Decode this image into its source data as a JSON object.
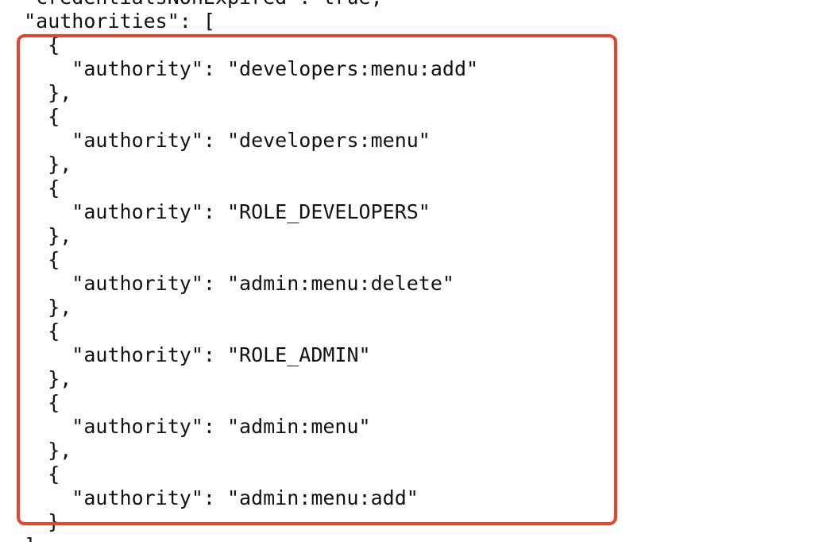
{
  "code_lines": [
    "  \"credentialsNonExpired\": true,",
    "  \"authorities\": [",
    "    {",
    "      \"authority\": \"developers:menu:add\"",
    "    },",
    "    {",
    "      \"authority\": \"developers:menu\"",
    "    },",
    "    {",
    "      \"authority\": \"ROLE_DEVELOPERS\"",
    "    },",
    "    {",
    "      \"authority\": \"admin:menu:delete\"",
    "    },",
    "    {",
    "      \"authority\": \"ROLE_ADMIN\"",
    "    },",
    "    {",
    "      \"authority\": \"admin:menu\"",
    "    },",
    "    {",
    "      \"authority\": \"admin:menu:add\"",
    "    }",
    "  ]"
  ],
  "highlight": {
    "color": "#e8432f"
  }
}
